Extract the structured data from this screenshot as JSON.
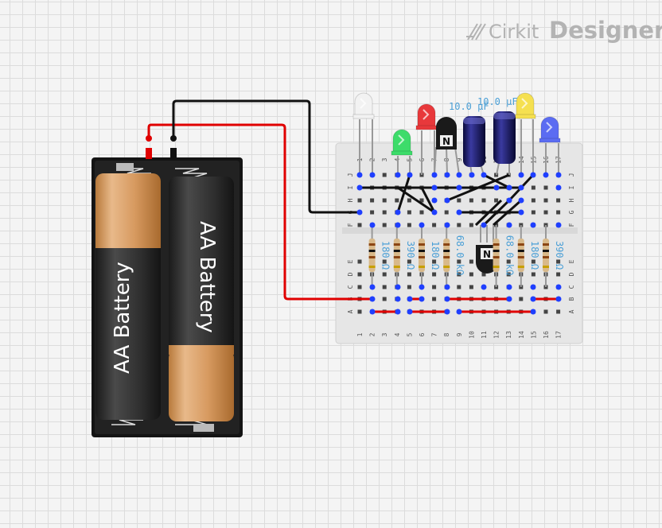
{
  "brand": {
    "name_light": "Cirkit",
    "name_bold": "Designer",
    "logo_icon": "cirkit-logo-icon"
  },
  "battery": {
    "cell1_label": "AA Battery",
    "cell2_label": "AA Battery"
  },
  "breadboard": {
    "columns": [
      "1",
      "2",
      "3",
      "4",
      "5",
      "6",
      "7",
      "8",
      "9",
      "10",
      "11",
      "12",
      "13",
      "14",
      "15",
      "16",
      "17"
    ],
    "rows_top": [
      "J",
      "I",
      "H",
      "G",
      "F"
    ],
    "rows_bottom": [
      "E",
      "D",
      "C",
      "B",
      "A"
    ]
  },
  "capacitors": [
    {
      "label": "10.0 µF"
    },
    {
      "label": "10.0 µF"
    }
  ],
  "resistors": [
    {
      "label": "180 Ω"
    },
    {
      "label": "390 Ω"
    },
    {
      "label": "180 Ω"
    },
    {
      "label": "68.0 kΩ"
    },
    {
      "label": "68.0 kΩ"
    },
    {
      "label": "180 Ω"
    },
    {
      "label": "390 Ω"
    }
  ],
  "leds": [
    {
      "name": "white-led",
      "color": "#f2f2f2"
    },
    {
      "name": "green-led",
      "color": "#3ddc6a"
    },
    {
      "name": "red-led",
      "color": "#e8383b"
    },
    {
      "name": "yellow-led",
      "color": "#f5e050"
    },
    {
      "name": "blue-led",
      "color": "#5b6cf2"
    }
  ],
  "transistors": [
    {
      "name": "transistor-q1",
      "mark": "N"
    },
    {
      "name": "transistor-q2",
      "mark": "N"
    }
  ],
  "colors": {
    "wire_red": "#e00000",
    "wire_black": "#111111",
    "pin_dot": "#1f3fff",
    "breadboard": "#e6e6e6"
  }
}
